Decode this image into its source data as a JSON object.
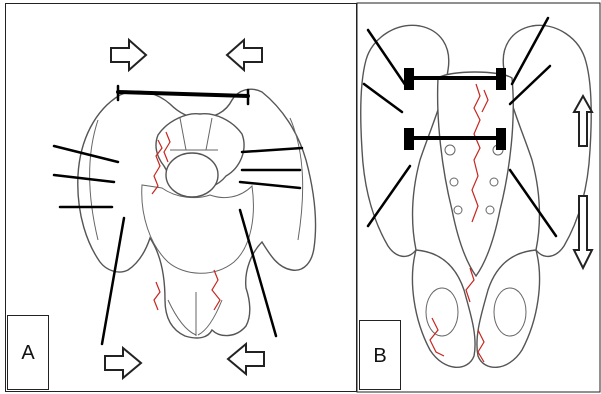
{
  "figure": {
    "panels": [
      {
        "id": "A",
        "label": "A",
        "border_color": "#222222"
      },
      {
        "id": "B",
        "label": "B",
        "border_color": "#222222"
      }
    ],
    "colors": {
      "fracture_lines": "#c8261e",
      "bone_outline": "#555555",
      "force_lines": "#000000",
      "background": "#ffffff"
    },
    "icons": {
      "panel_a_arrows": [
        "arrow-right-icon",
        "arrow-left-icon",
        "arrow-right-icon",
        "arrow-left-icon"
      ],
      "panel_b_arrows": [
        "arrow-up-icon",
        "arrow-down-icon"
      ]
    }
  }
}
